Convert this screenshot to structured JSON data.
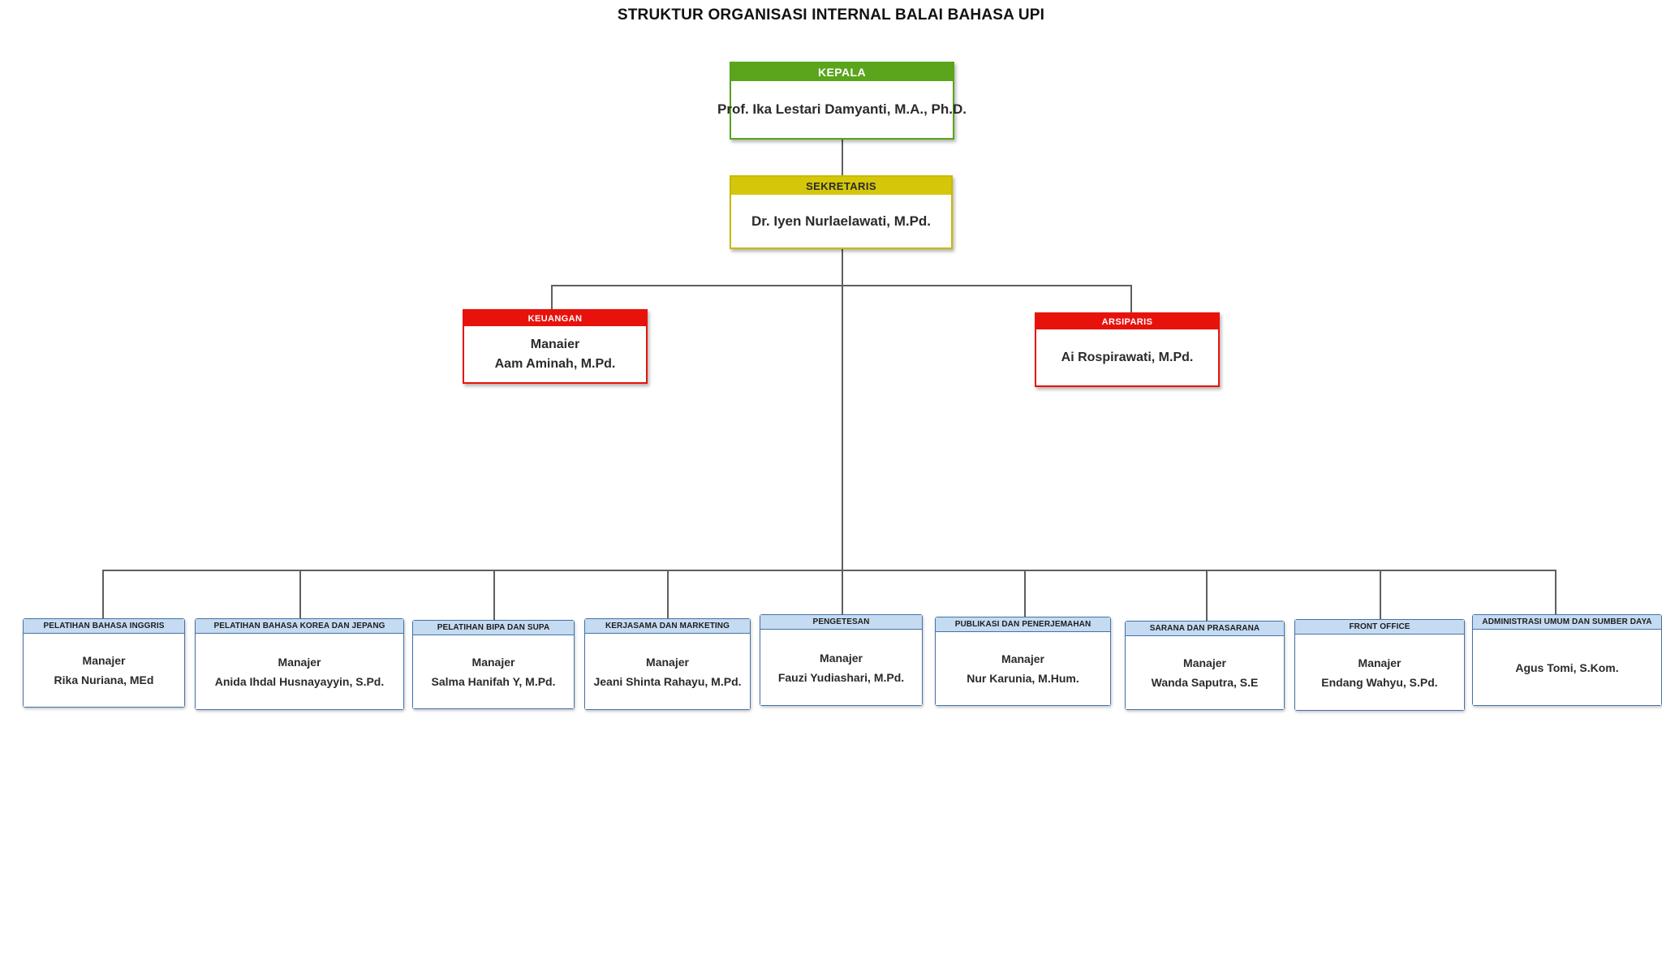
{
  "title": "STRUKTUR ORGANISASI INTERNAL BALAI BAHASA UPI",
  "colors": {
    "kepala": "#5aa51c",
    "sekretaris": "#d4c70a",
    "unit_red": "#e8120c",
    "division_blue": "#c5dbf2",
    "division_border": "#4472a8",
    "connector": "#5f5f5f"
  },
  "nodes": {
    "kepala": {
      "header": "KEPALA",
      "person": "Prof. Ika Lestari Damyanti, M.A., Ph.D."
    },
    "sekretaris": {
      "header": "SEKRETARIS",
      "person": "Dr. Iyen Nurlaelawati, M.Pd."
    },
    "keuangan": {
      "header": "KEUANGAN",
      "role": "Manaier",
      "person": "Aam Aminah, M.Pd."
    },
    "arsiparis": {
      "header": "ARSIPARIS",
      "role": "",
      "person": "Ai Rospirawati, M.Pd."
    }
  },
  "divisions": [
    {
      "header": "PELATIHAN BAHASA INGGRIS",
      "role": "Manajer",
      "person": "Rika Nuriana, MEd"
    },
    {
      "header": "PELATIHAN BAHASA KOREA DAN JEPANG",
      "role": "Manajer",
      "person": "Anida Ihdal Husnayayyin, S.Pd."
    },
    {
      "header": "PELATIHAN BIPA DAN SUPA",
      "role": "Manajer",
      "person": "Salma Hanifah Y, M.Pd."
    },
    {
      "header": "KERJASAMA DAN MARKETING",
      "role": "Manajer",
      "person": "Jeani Shinta Rahayu, M.Pd."
    },
    {
      "header": "PENGETESAN",
      "role": "Manajer",
      "person": "Fauzi Yudiashari, M.Pd."
    },
    {
      "header": "PUBLIKASI DAN PENERJEMAHAN",
      "role": "Manajer",
      "person": "Nur Karunia, M.Hum."
    },
    {
      "header": "SARANA DAN PRASARANA",
      "role": "Manajer",
      "person": "Wanda Saputra, S.E"
    },
    {
      "header": "FRONT OFFICE",
      "role": "Manajer",
      "person": "Endang Wahyu, S.Pd."
    },
    {
      "header": "ADMINISTRASI UMUM DAN SUMBER DAYA",
      "role": "",
      "person": "Agus Tomi, S.Kom."
    }
  ]
}
